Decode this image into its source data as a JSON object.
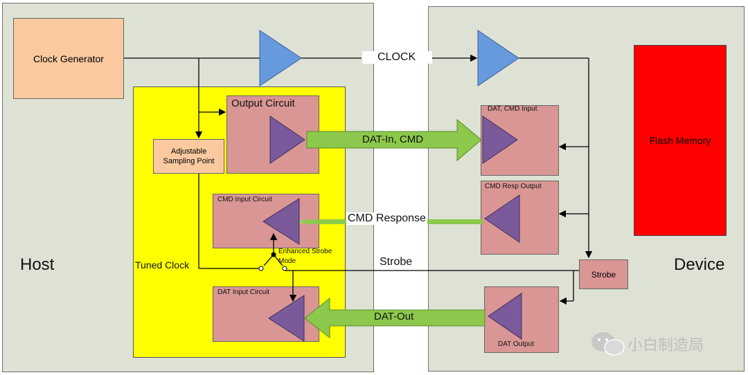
{
  "host": {
    "label": "Host",
    "clock_generator": "Clock Generator",
    "adjustable_sampling": "Adjustable Sampling Point",
    "output_circuit": "Output Circuit",
    "cmd_input_circuit": "CMD Input Circuit",
    "dat_input_circuit": "DAT Input Circuit",
    "tuned_clock": "Tuned Clock",
    "enhanced_strobe": "Enhanced Strobe Mode"
  },
  "device": {
    "label": "Device",
    "dat_cmd_input": "DAT, CMD Input",
    "cmd_resp_output": "CMD Resp Output",
    "flash_memory": "Flash Memory",
    "strobe_box": "Strobe",
    "dat_output": "DAT Output"
  },
  "signals": {
    "clock": "CLOCK",
    "dat_in_cmd": "DAT-In, CMD",
    "cmd_response": "CMD Response",
    "strobe": "Strobe",
    "dat_out": "DAT-Out"
  },
  "watermark": "小白制造局",
  "colors": {
    "panel": "#dde2d4",
    "clock_gen": "#fac9a0",
    "tuned_region": "#ffff00",
    "circuit_box": "#d99694",
    "flash": "#ff0000",
    "buffer_blue": "#6699dd",
    "buffer_purple": "#7a5a9a",
    "green_arrow": "#8cc84b"
  }
}
